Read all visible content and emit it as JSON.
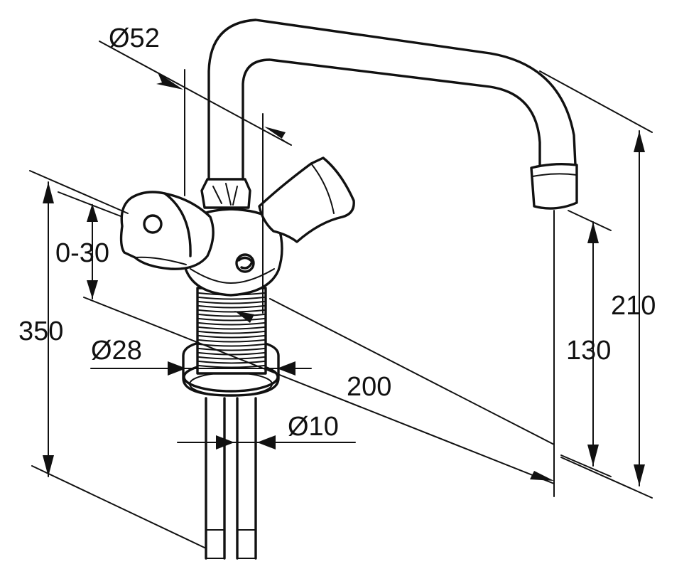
{
  "dimensions": {
    "spout_diameter": "Ø52",
    "rotation_range": "0-30",
    "total_height": "350",
    "shank_diameter": "Ø28",
    "spout_reach": "200",
    "pipe_diameter": "Ø10",
    "outlet_height": "130",
    "spout_height": "210"
  },
  "colors": {
    "line": "#111111",
    "background": "#ffffff"
  }
}
